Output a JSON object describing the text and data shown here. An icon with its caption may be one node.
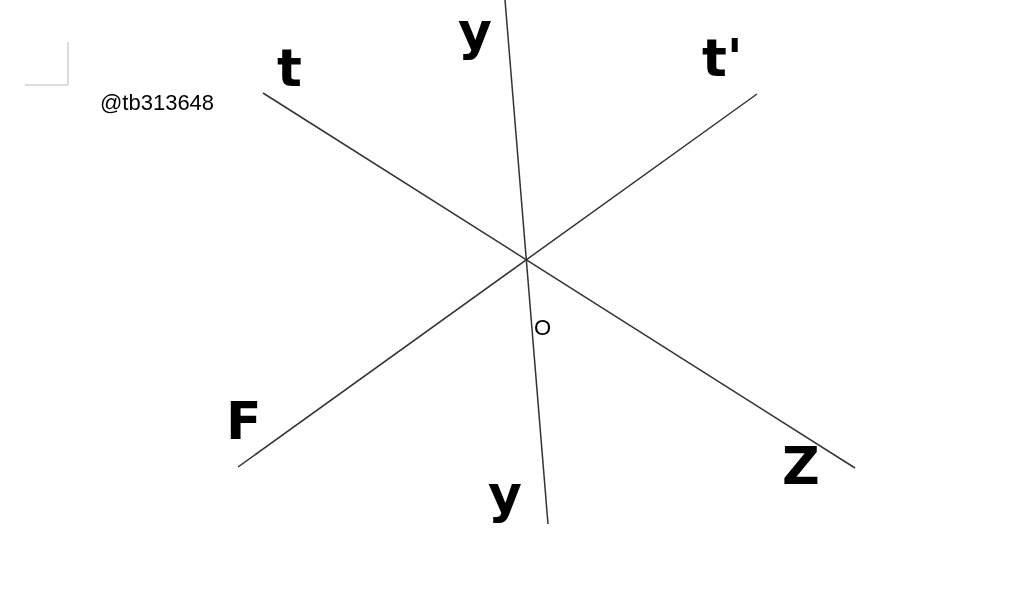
{
  "diagram": {
    "labels": [
      "y",
      "t",
      "t'",
      "@tb313648",
      "O",
      "F",
      "Z",
      "y"
    ]
  }
}
